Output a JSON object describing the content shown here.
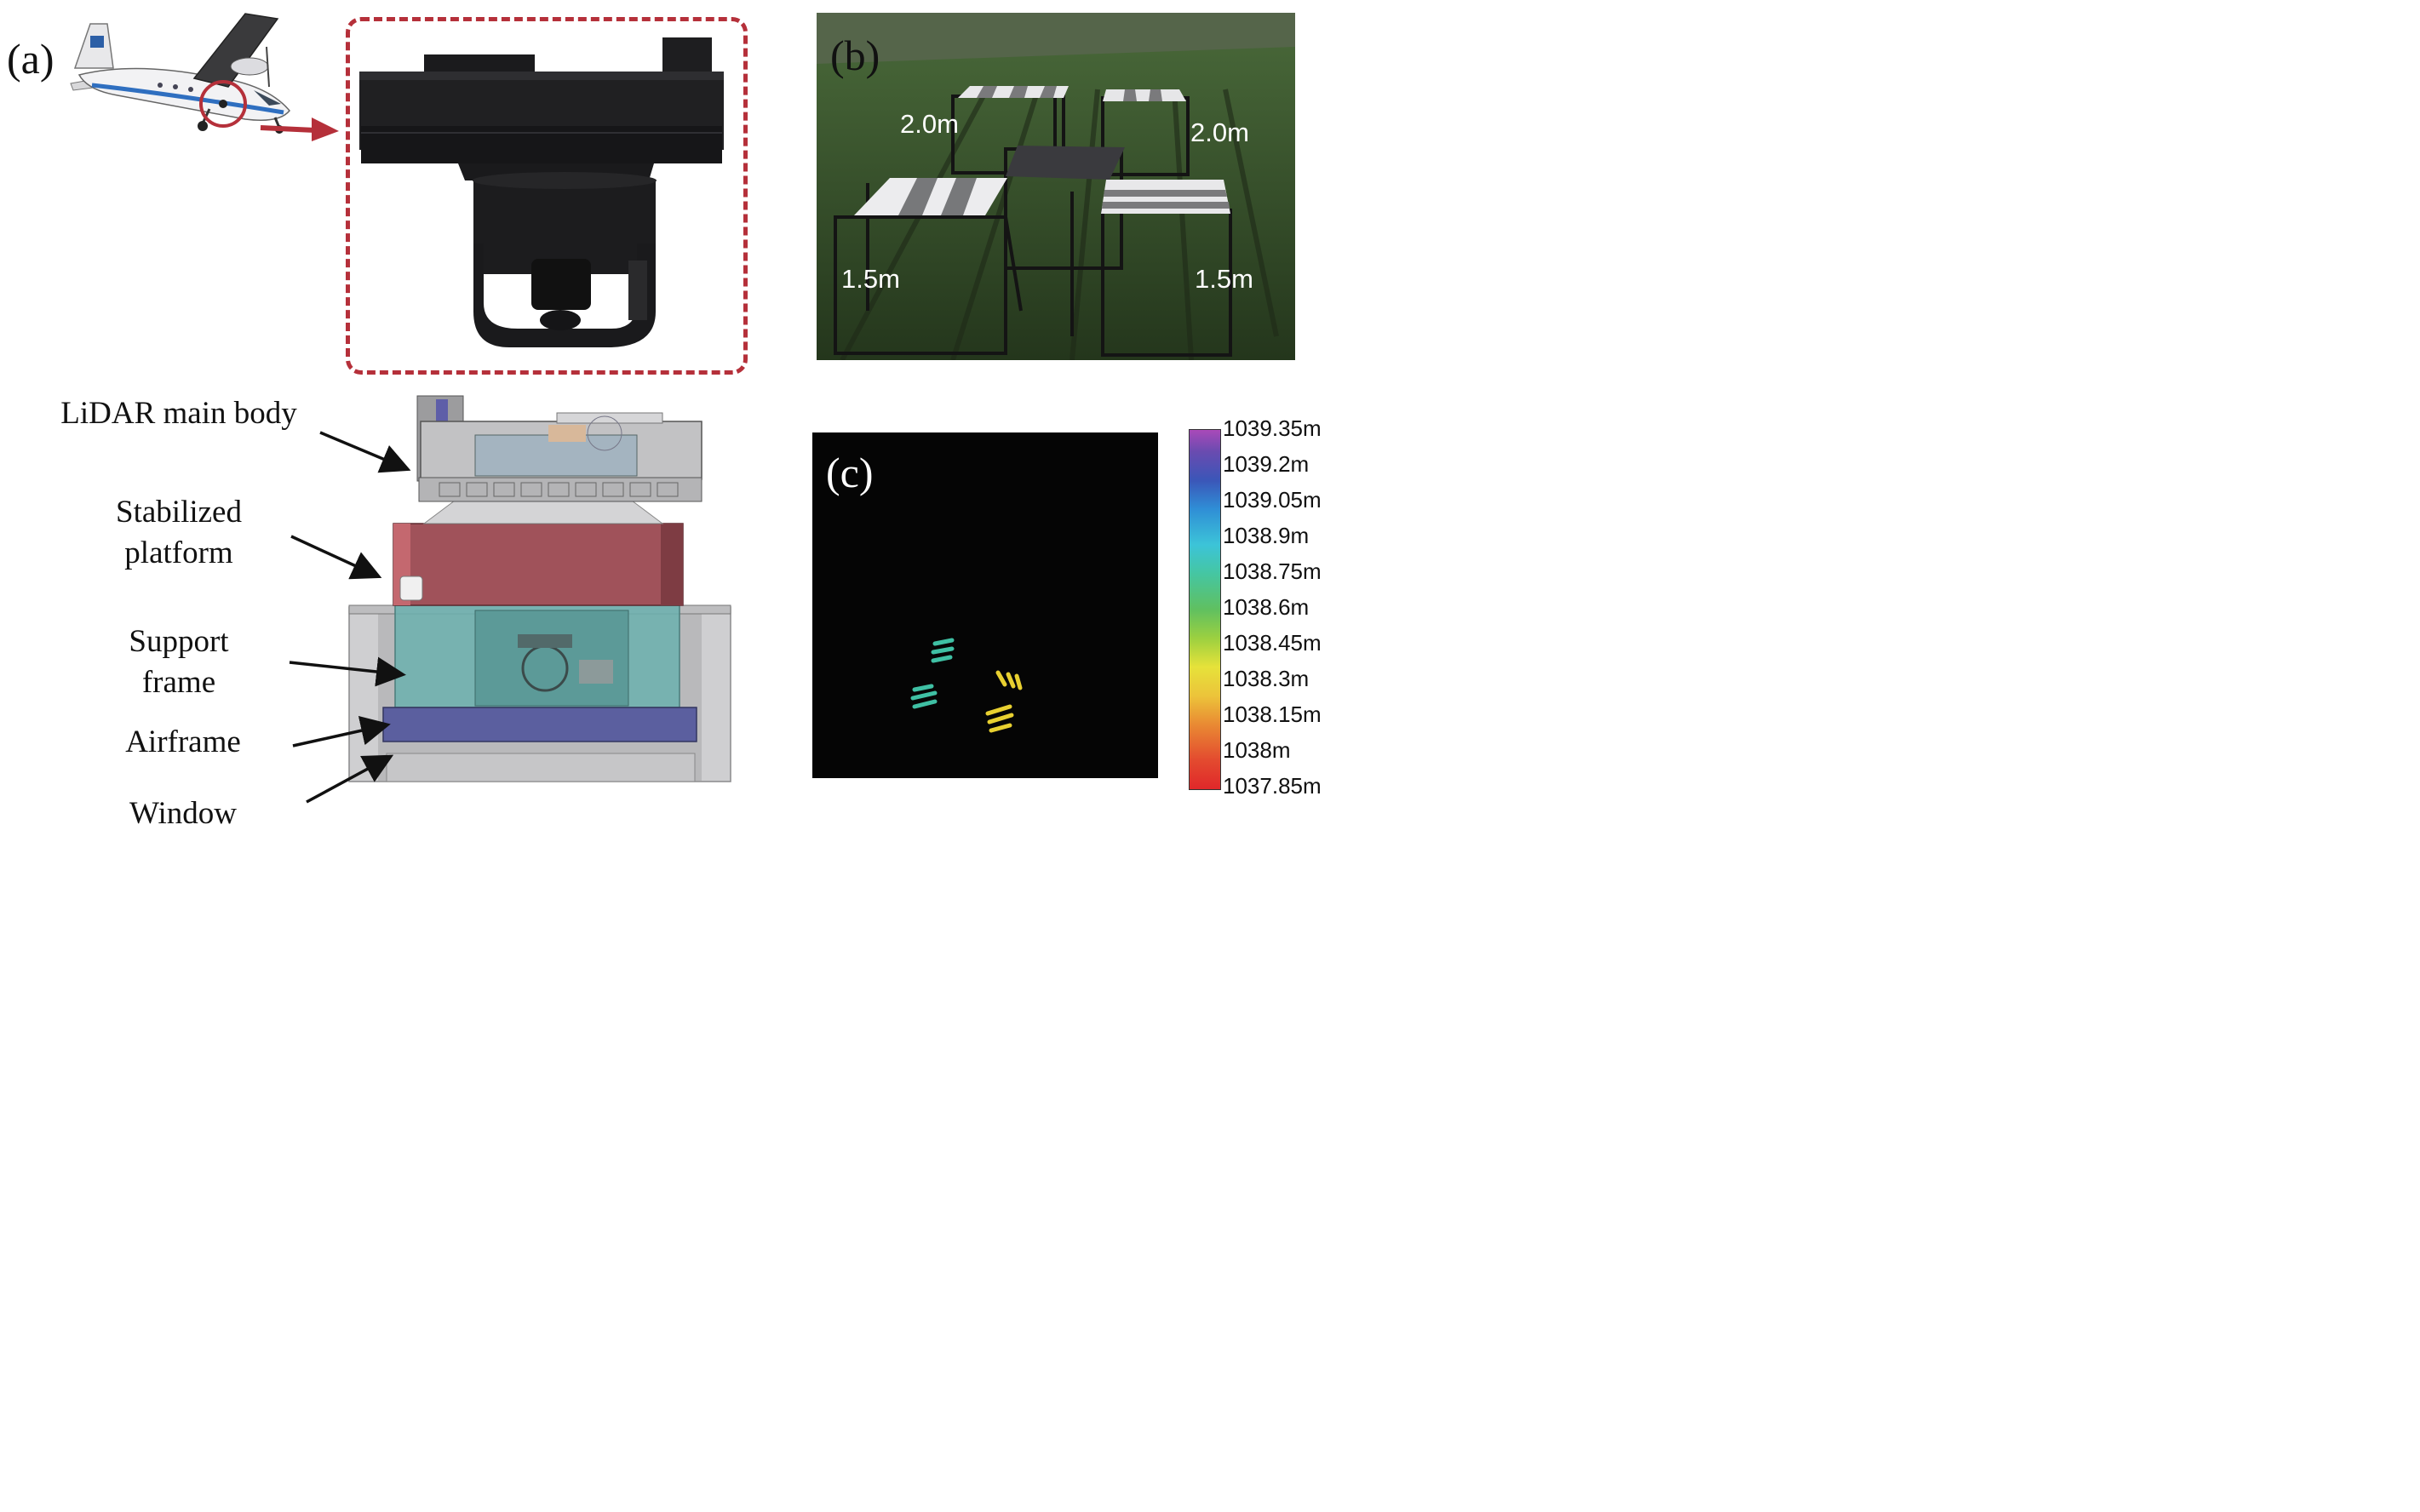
{
  "panels": {
    "a": "(a)",
    "b": "(b)",
    "c": "(c)"
  },
  "components": [
    "LiDAR main body",
    "Stabilized\nplatform",
    "Support\nframe",
    "Airframe",
    "Window"
  ],
  "photo_b": {
    "heights": [
      "2.0m",
      "2.0m",
      "1.5m",
      "1.5m"
    ]
  },
  "colorbar": {
    "ticks": [
      "1039.35m",
      "1039.2m",
      "1039.05m",
      "1038.9m",
      "1038.75m",
      "1038.6m",
      "1038.45m",
      "1038.3m",
      "1038.15m",
      "1038m",
      "1037.85m"
    ],
    "min": 1037.85,
    "max": 1039.35
  },
  "colors": {
    "highlight": "#b5303a",
    "arrow": "#111111",
    "platform": "#a0525a",
    "support_frame": "#5fa3a3",
    "airframe": "#5a5e9c",
    "window": "#c8c8c8"
  }
}
